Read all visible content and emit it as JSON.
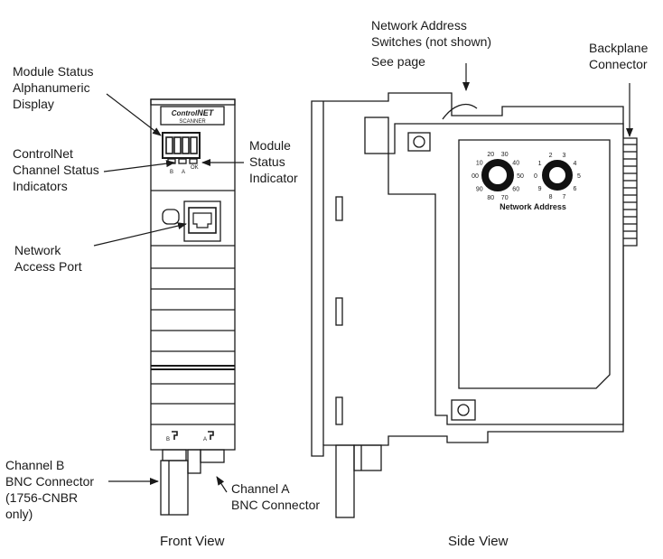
{
  "callouts": {
    "module_status_display": [
      "Module Status",
      "Alphanumeric",
      "Display"
    ],
    "controlnet_channel_status": [
      "ControlNet",
      "Channel Status",
      "Indicators"
    ],
    "module_status_indicator": [
      "Module",
      "Status",
      "Indicator"
    ],
    "network_access_port": [
      "Network",
      "Access Port"
    ],
    "channel_b_bnc": [
      "Channel B",
      "BNC Connector",
      "(1756-CNBR",
      "only)"
    ],
    "channel_a_bnc": [
      "Channel A",
      "BNC Connector"
    ],
    "network_address_switches": [
      "Network Address",
      "Switches (not shown)",
      "See page"
    ],
    "backplane_connector": [
      "Backplane",
      "Connector"
    ]
  },
  "front_panel": {
    "brand_prefix": "Control",
    "brand_suffix": "NET",
    "model": "SCANNER",
    "led_b": "B",
    "led_a": "A",
    "led_ok": "OK",
    "bottom_b": "B",
    "bottom_a": "A"
  },
  "side_panel": {
    "network_address_title": "Network Address",
    "dial_tens_numbers": [
      "20",
      "30",
      "40",
      "50",
      "60",
      "70",
      "80",
      "90",
      "00",
      "10"
    ],
    "dial_ones_numbers": [
      "2",
      "3",
      "4",
      "5",
      "6",
      "7",
      "8",
      "9",
      "0",
      "1"
    ]
  },
  "captions": {
    "front_view": "Front View",
    "side_view": "Side View"
  }
}
